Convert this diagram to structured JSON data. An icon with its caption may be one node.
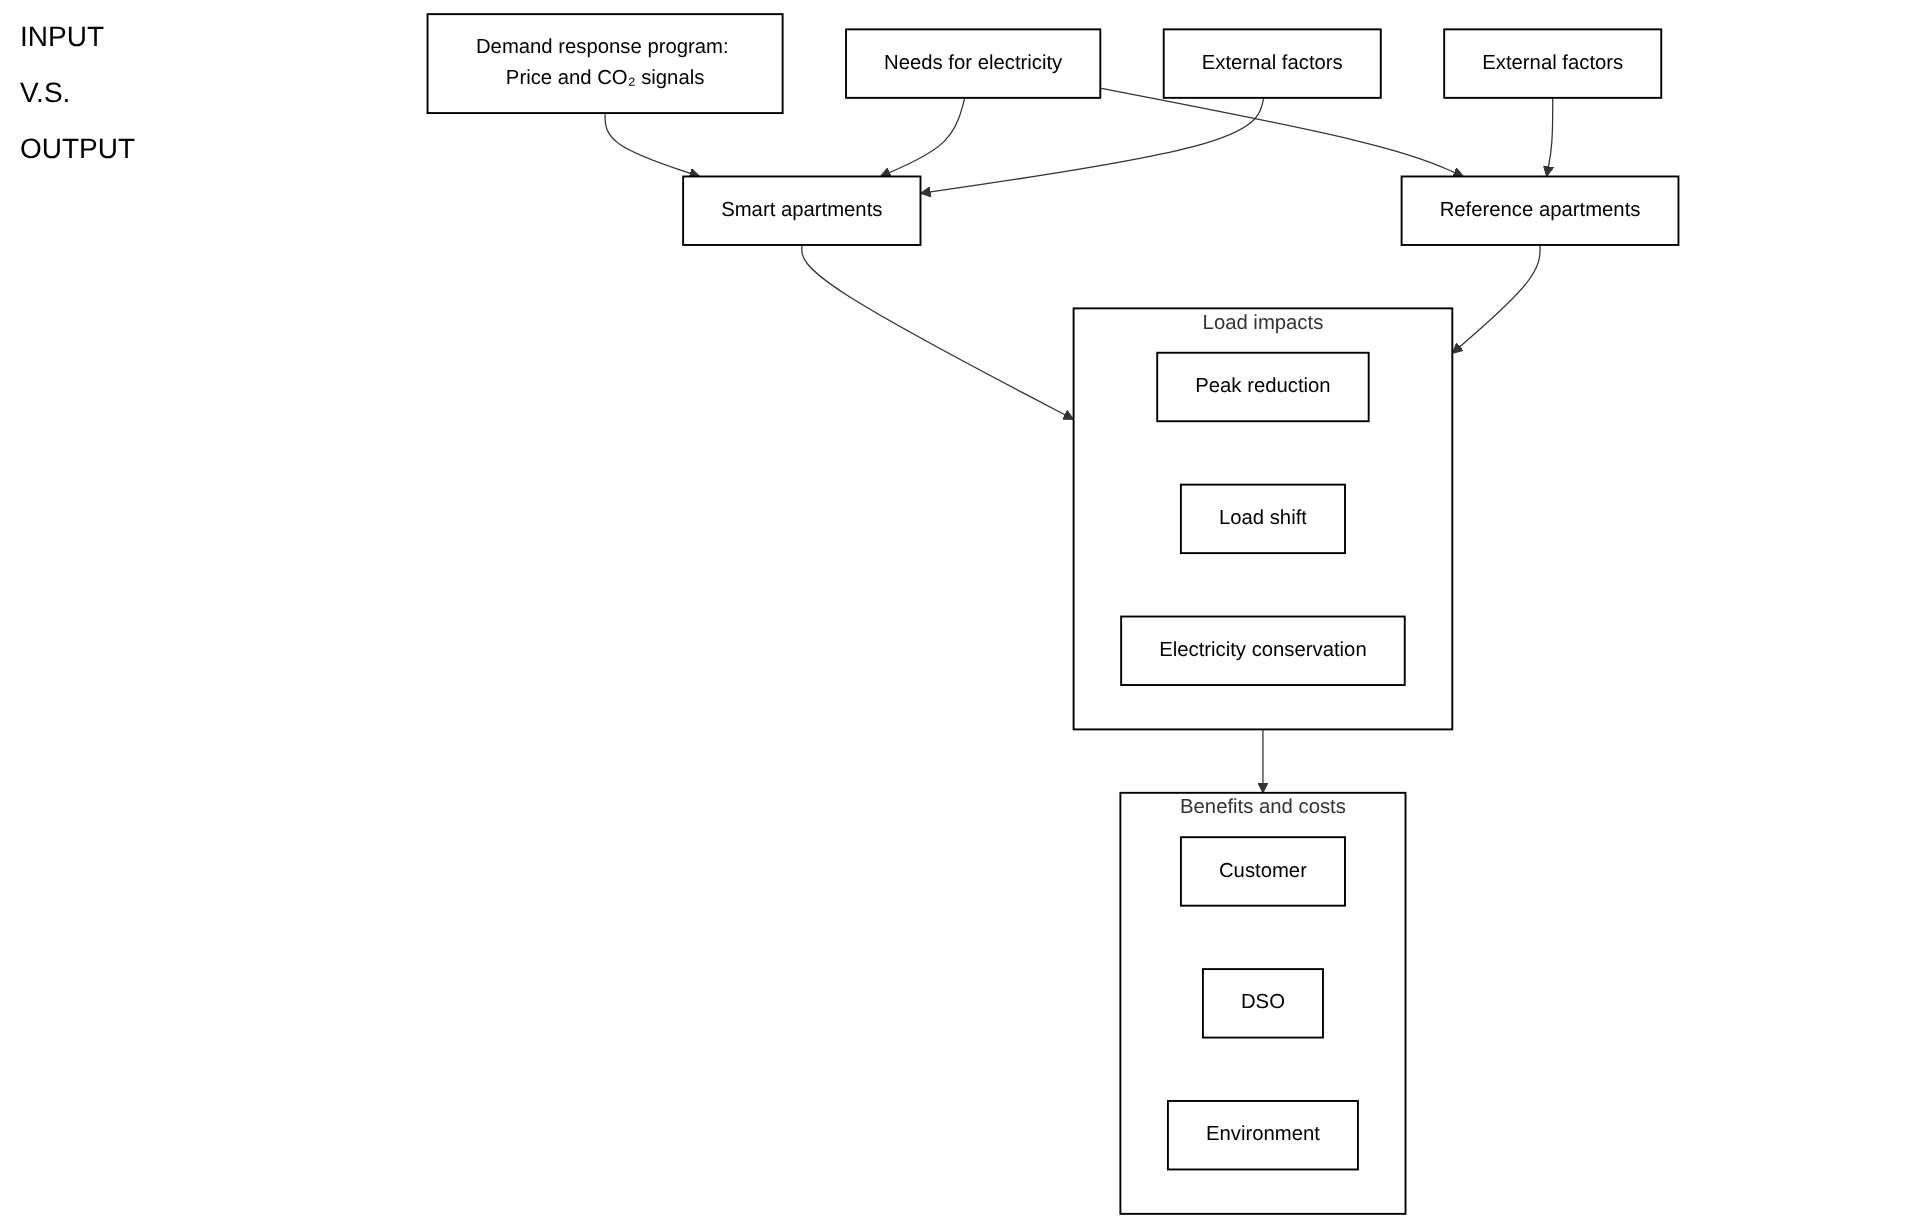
{
  "diagram": {
    "nodes": [
      {
        "text": [
          "Demand response program: Price and CO₂ signals"
        ]
      },
      {
        "text": [
          "Needs for electricity"
        ]
      },
      {
        "text": [
          "External factors"
        ]
      },
      {
        "text": [
          "Smart apartments"
        ]
      },
      {
        "text": [
          "Reference apartments"
        ]
      },
      {
        "text": [
          "External factors"
        ]
      },
      {
        "text": [
          "Load impacts"
        ]
      },
      {
        "text": [
          "Peak reduction"
        ],
        "in": 6
      },
      {
        "text": [
          "Load shift"
        ],
        "in": 6
      },
      {
        "text": [
          "Electricity conservation"
        ],
        "in": 6
      },
      {
        "text": [
          "Benefits and costs"
        ]
      },
      {
        "text": [
          "Customer"
        ],
        "in": 10
      },
      {
        "text": [
          "DSO"
        ],
        "in": 10
      },
      {
        "text": [
          "Environment"
        ],
        "in": 10
      }
    ],
    "edges": [
      {
        "from": 0,
        "to": 3,
        "arrow": "to"
      },
      {
        "from": 1,
        "to": 3,
        "arrow": "to"
      },
      {
        "from": 1,
        "to": 4,
        "arrow": "to"
      },
      {
        "from": 2,
        "to": 3,
        "arrow": "to"
      },
      {
        "from": 5,
        "to": 4,
        "arrow": "to"
      },
      {
        "from": 3,
        "to": 6,
        "arrow": "to"
      },
      {
        "from": 4,
        "to": 6,
        "arrow": "to"
      },
      {
        "from": 6,
        "to": 10,
        "arrow": "to"
      }
    ],
    "labels": [
      "INPUT",
      "V.S.",
      "OUTPUT"
    ]
  }
}
